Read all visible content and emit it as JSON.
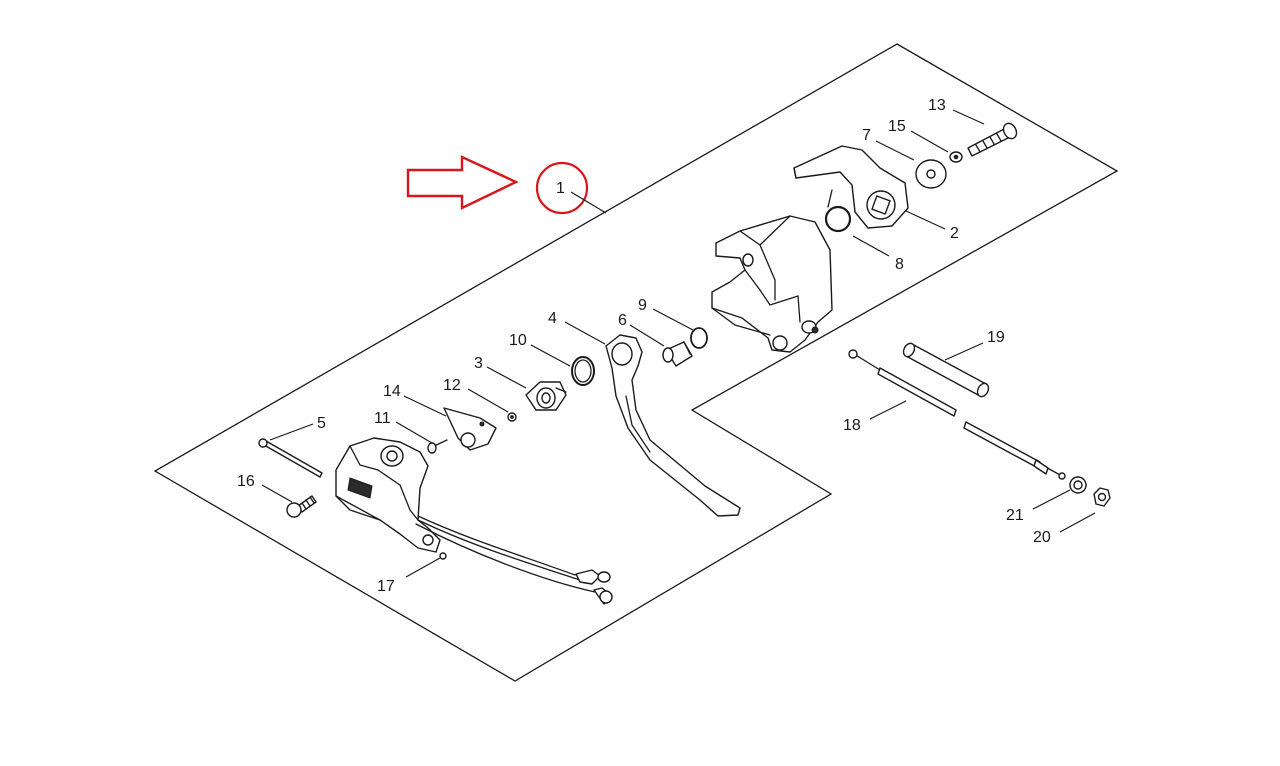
{
  "diagram": {
    "highlight_color": "#d9151b",
    "line_color": "#1a1a1a",
    "callouts": {
      "c1": "1",
      "c2": "2",
      "c3": "3",
      "c4": "4",
      "c5": "5",
      "c6": "6",
      "c7": "7",
      "c8": "8",
      "c9": "9",
      "c10": "10",
      "c11": "11",
      "c12": "12",
      "c13": "13",
      "c14": "14",
      "c15": "15",
      "c16": "16",
      "c17": "17",
      "c18": "18",
      "c19": "19",
      "c20": "20",
      "c21": "21"
    },
    "icons": {
      "pointer": "arrow-right-icon",
      "highlight": "circle-highlight-icon"
    }
  }
}
